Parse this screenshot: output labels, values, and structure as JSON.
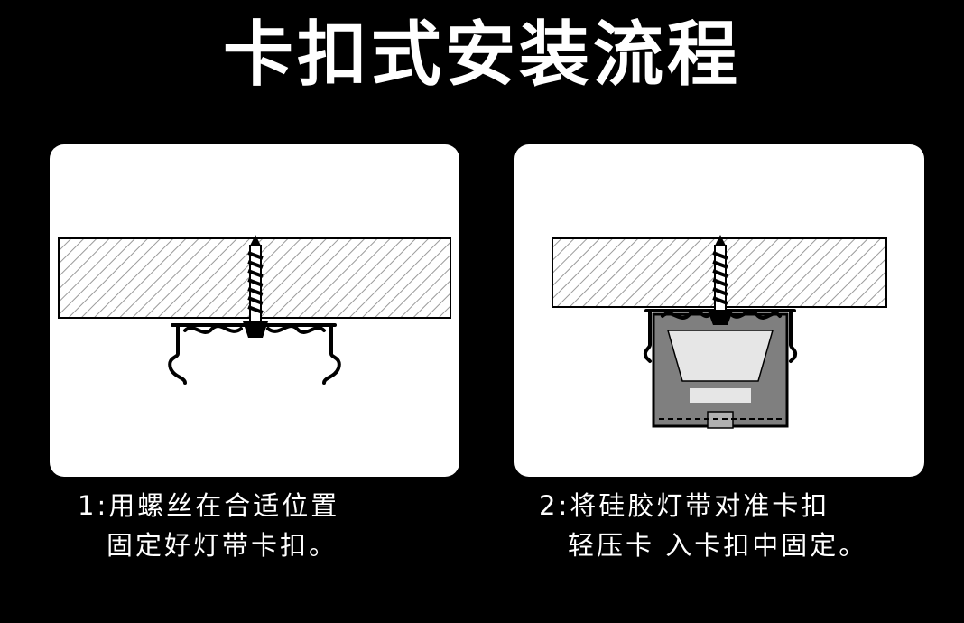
{
  "title": "卡扣式安装流程",
  "steps": [
    {
      "line1": "1:用螺丝在合适位置",
      "line2": "固定好灯带卡扣。"
    },
    {
      "line1": "2:将硅胶灯带对准卡扣",
      "line2": "轻压卡 入卡扣中固定。"
    }
  ],
  "colors": {
    "background": "#000000",
    "panel": "#ffffff",
    "wood_hatch": "#9a9a9a",
    "strip": "#7f7f7f",
    "strip_light": "#e6e6e6",
    "ink": "#000000"
  },
  "icons": [
    "screw-icon",
    "clip-icon",
    "silicone-strip-icon",
    "mounting-board-icon"
  ]
}
